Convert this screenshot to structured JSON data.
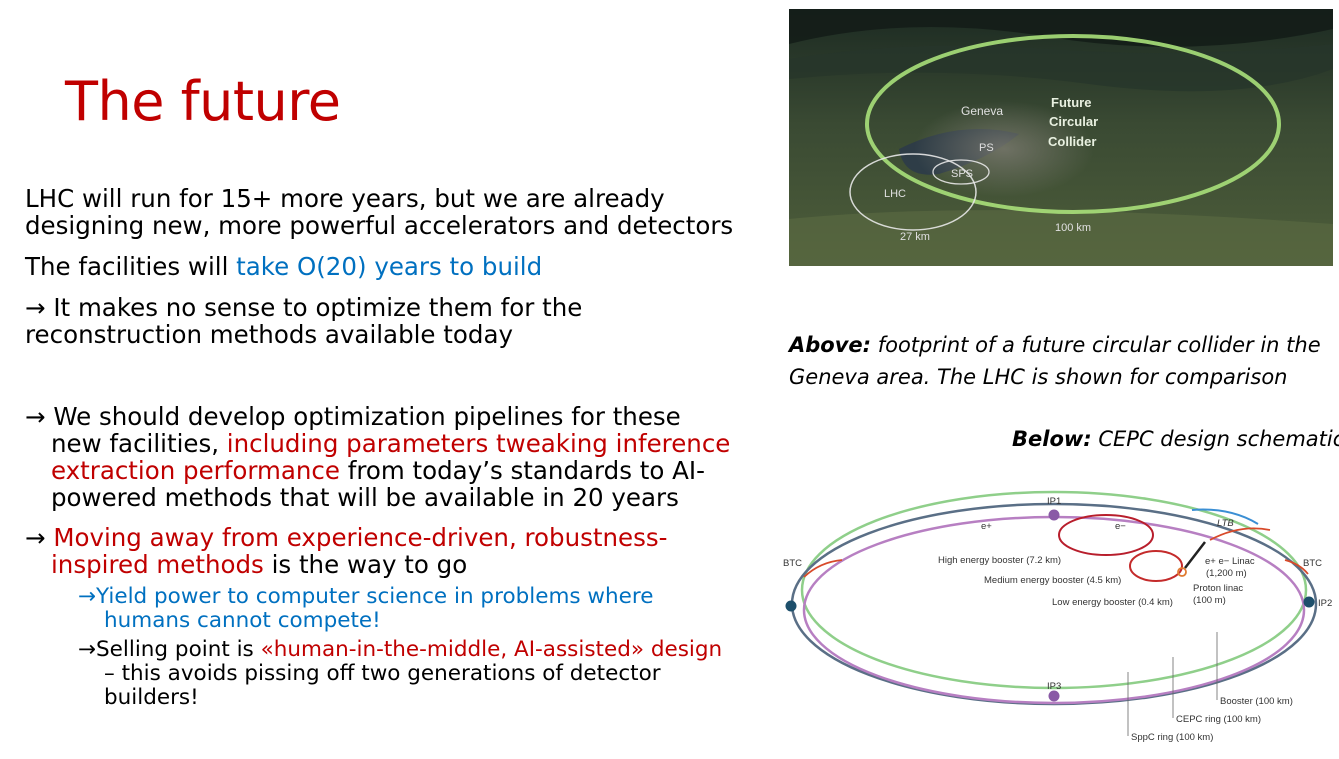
{
  "slide": {
    "title": "The future",
    "p1": {
      "line1": "LHC will run for 15+ more years, but we are already",
      "line2": "designing new, more powerful accelerators and detectors"
    },
    "p2": {
      "pre": "The facilities will ",
      "hl": "take O(20) years to build"
    },
    "p3": {
      "arrow": "→",
      "line1": " It makes no sense to optimize them for the",
      "line2": "reconstruction methods available today"
    },
    "p4": {
      "arrow": "→",
      "line1": " We should develop optimization pipelines for these",
      "line2_pre": "new facilities, ",
      "line2_hl": "including parameters tweaking inference",
      "line3_hl": "extraction performance",
      "line3_post": " from today’s standards to AI-",
      "line4": "powered methods that will be available in 20 years"
    },
    "p5": {
      "arrow": "→",
      "line1_hl": " Moving away from experience-driven, robustness-",
      "line2_hl": "inspired methods",
      "line2_post": " is the way to go"
    },
    "s1": {
      "arrow": "→",
      "line1": "Yield power to computer science in problems where",
      "line2": "humans cannot compete!"
    },
    "s2": {
      "arrow": "→",
      "line1_pre": "Selling point is ",
      "line1_hl": "«human-in-the-middle, AI-assisted» design",
      "line2": "– this avoids pissing off two generations of detector",
      "line3": "builders!"
    }
  },
  "captions": {
    "above_bold": "Above:",
    "above_text1": " footprint of a future circular collider in the",
    "above_text2": "Geneva area. The LHC is shown for comparison",
    "below_bold": "Below:",
    "below_text": " CEPC design schematic"
  },
  "photo": {
    "label_geneva": "Geneva",
    "label_fcc1": "Future",
    "label_fcc2": "Circular",
    "label_fcc3": "Collider",
    "label_ps": "PS",
    "label_sps": "SPS",
    "label_lhc": "LHC",
    "label_27km": "27 km",
    "label_100km": "100 km"
  },
  "schematic": {
    "ip1": "IP1",
    "ip2": "IP2",
    "ip3": "IP3",
    "btc_left": "BTC",
    "btc_right": "BTC",
    "ltb": "LTB",
    "eplus": "e+",
    "eminus": "e−",
    "high_booster": "High energy booster (7.2 km)",
    "medium_booster": "Medium energy booster (4.5 km)",
    "low_booster": "Low energy booster (0.4 km)",
    "linac1": "e+ e− Linac",
    "linac2": "(1,200 m)",
    "proton1": "Proton linac",
    "proton2": "(100 m)",
    "booster_ring": "Booster (100 km)",
    "cepc_ring": "CEPC ring (100 km)",
    "sppc_ring": "SppC ring (100 km)"
  }
}
